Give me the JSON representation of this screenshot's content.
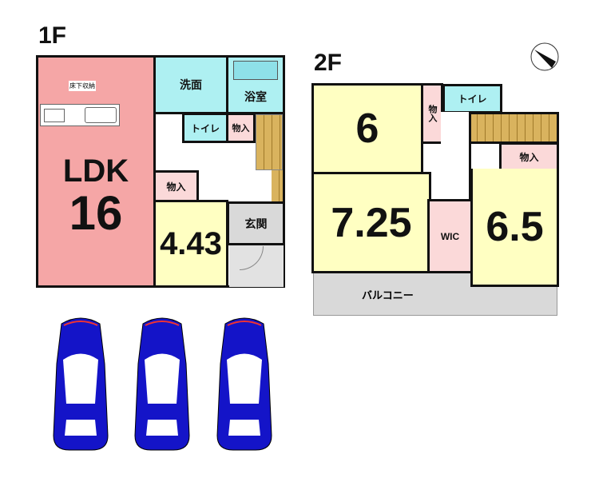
{
  "floor1": {
    "label": "1F",
    "ldk_label": "LDK",
    "ldk_size": "16",
    "underfloor": "床下収納",
    "washroom": "洗面",
    "bathroom": "浴室",
    "toilet": "トイレ",
    "closet_a": "物入",
    "closet_b": "物入",
    "room_size": "4.43",
    "entrance": "玄関"
  },
  "floor2": {
    "label": "2F",
    "room1_size": "6",
    "closet_a": "物入",
    "toilet": "トイレ",
    "room2_size": "7.25",
    "wic": "WIC",
    "closet_b": "物入",
    "room3_size": "6.5",
    "balcony": "バルコニー"
  },
  "colors": {
    "ldk": "#f5a6a6",
    "wet": "#aef0f2",
    "room": "#ffffc2",
    "closet": "#fbd9d9",
    "car": "#1414c8"
  },
  "parking": {
    "car_count": 3
  }
}
